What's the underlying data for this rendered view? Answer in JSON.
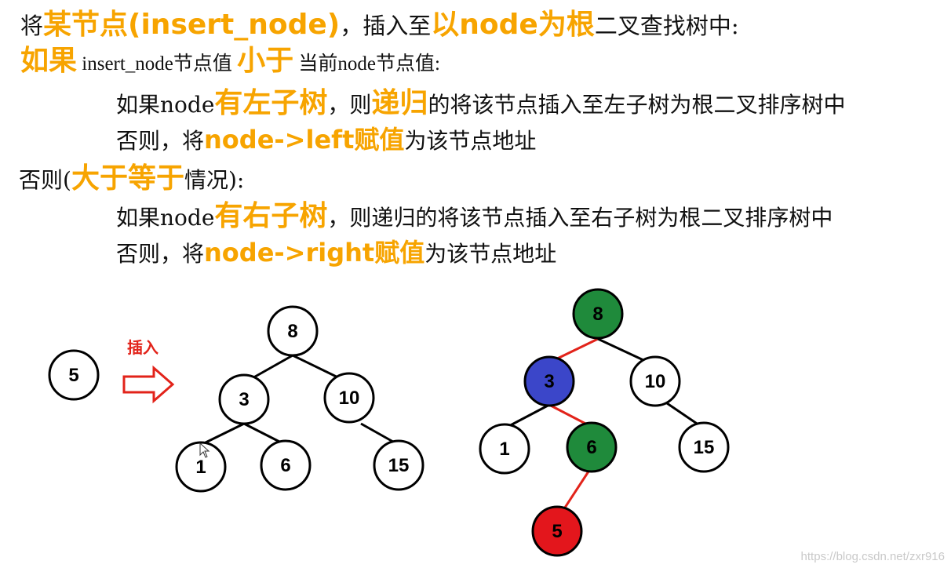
{
  "text": {
    "line1": {
      "a": "将",
      "b": "某节点(insert_node)",
      "c": "，插入至",
      "d": "以node为根",
      "e": "二叉查找树中:"
    },
    "line2": {
      "a": "如果",
      "b": " insert_node节点值 ",
      "c": "小于",
      "d": " 当前node节点值:"
    },
    "line3": {
      "a": "如果node",
      "b": "有左子树",
      "c": "，则",
      "d": "递归",
      "e": "的将该节点插入至左子树为根二叉排序树中"
    },
    "line4": {
      "a": "否则，将",
      "b": "node->left赋值",
      "c": "为该节点地址"
    },
    "line5": {
      "a": "否则(",
      "b": "大于等于",
      "c": "情况):"
    },
    "line6": {
      "a": "如果node",
      "b": "有右子树",
      "c": "，则递归的将该节点插入至右子树为根二叉排序树中"
    },
    "line7": {
      "a": "否则，将",
      "b": "node->right赋值",
      "c": "为该节点地址"
    }
  },
  "diagram": {
    "insert_label": "插入",
    "new_node": "5",
    "before_tree": [
      "8",
      "3",
      "10",
      "1",
      "6",
      "15"
    ],
    "after_tree": [
      "8",
      "3",
      "10",
      "1",
      "6",
      "15",
      "5"
    ]
  },
  "colors": {
    "highlight": "#f7a400",
    "path_edge": "#e2231a",
    "node_green": "#1f8a3b",
    "node_blue": "#3b46c9",
    "node_red": "#e3161c"
  },
  "watermark": "https://blog.csdn.net/zxr916"
}
